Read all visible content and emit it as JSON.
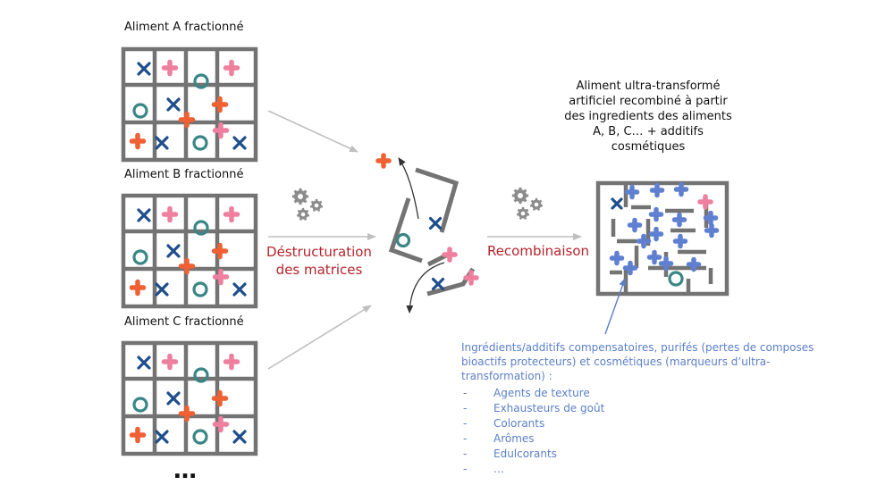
{
  "panels": [
    {
      "title": "Aliment A fractionné"
    },
    {
      "title": "Aliment B fractionné"
    },
    {
      "title": "Aliment C fractionné"
    }
  ],
  "ellipsis": "…",
  "process": {
    "step1": [
      "Déstructuration",
      "des matrices"
    ],
    "step2": "Recombinaison"
  },
  "result": {
    "lines": [
      "Aliment ultra-transformé",
      "artificiel recombiné à partir",
      "des ingredients des aliments",
      "A, B, C… + additifs",
      "cosmétiques"
    ]
  },
  "note": {
    "lines": [
      "Ingrédients/additifs compensatoires, purifés (pertes de composes",
      "bioactifs protecteurs) et cosmétiques (marqueurs d’ultra-",
      "transformation) :"
    ],
    "items": [
      "Agents de texture",
      "Exhausteurs de goût",
      "Colorants",
      "Arômes",
      "Edulcorants",
      "…"
    ],
    "bullet": "-"
  },
  "icons": [
    "gears-icon",
    "cross-icon",
    "plus-icon",
    "ring-icon",
    "arrow-icon"
  ],
  "colors": {
    "grid": "#737373",
    "cross": "#1f4e8c",
    "pink": "#ee7f9f",
    "orange": "#ef6033",
    "ring": "#3a8585",
    "blue_plus": "#5f7fd1",
    "accent_red": "#b5232b",
    "note_blue": "#5b7fc7",
    "arrow": "#bfbfbf",
    "gear": "#8c8c8c"
  }
}
